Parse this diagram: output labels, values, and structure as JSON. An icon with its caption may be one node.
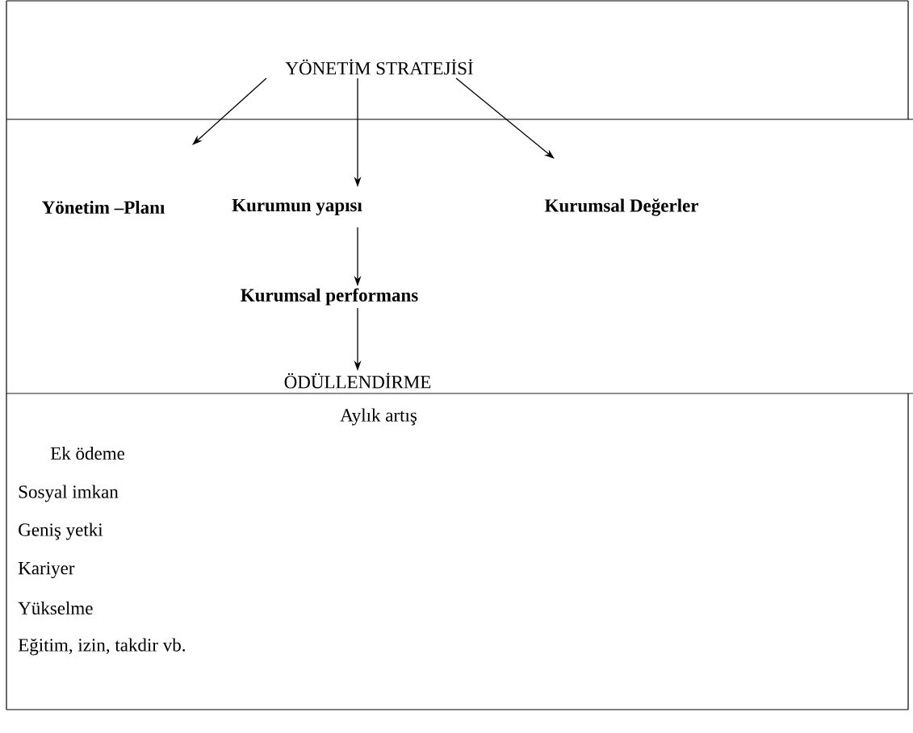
{
  "diagram": {
    "nodes": [
      {
        "text": [
          "YÖNETİM STRATEJİSİ"
        ]
      },
      {
        "text": [
          "**Yönetim –Planı**"
        ]
      },
      {
        "text": [
          "**Kurumun yapısı**"
        ]
      },
      {
        "text": [
          "**Kurumsal Değerler**"
        ]
      },
      {
        "text": [
          "**Kurumsal performans**"
        ]
      },
      {
        "text": [
          "ÖDÜLLENDİRME"
        ]
      }
    ],
    "edges": [
      {
        "from": 0,
        "to": 1,
        "arrow": "to"
      },
      {
        "from": 0,
        "to": 2,
        "arrow": "to"
      },
      {
        "from": 0,
        "to": 3,
        "arrow": "to"
      },
      {
        "from": 2,
        "to": 4,
        "arrow": "to"
      },
      {
        "from": 4,
        "to": 5,
        "arrow": "to"
      }
    ],
    "labels": [
      "Aylık artış",
      "Ek ödeme",
      "Sosyal imkan",
      "Geniş yetki",
      "Kariyer",
      "Yükselme",
      "Eğitim, izin, takdir vb."
    ]
  }
}
